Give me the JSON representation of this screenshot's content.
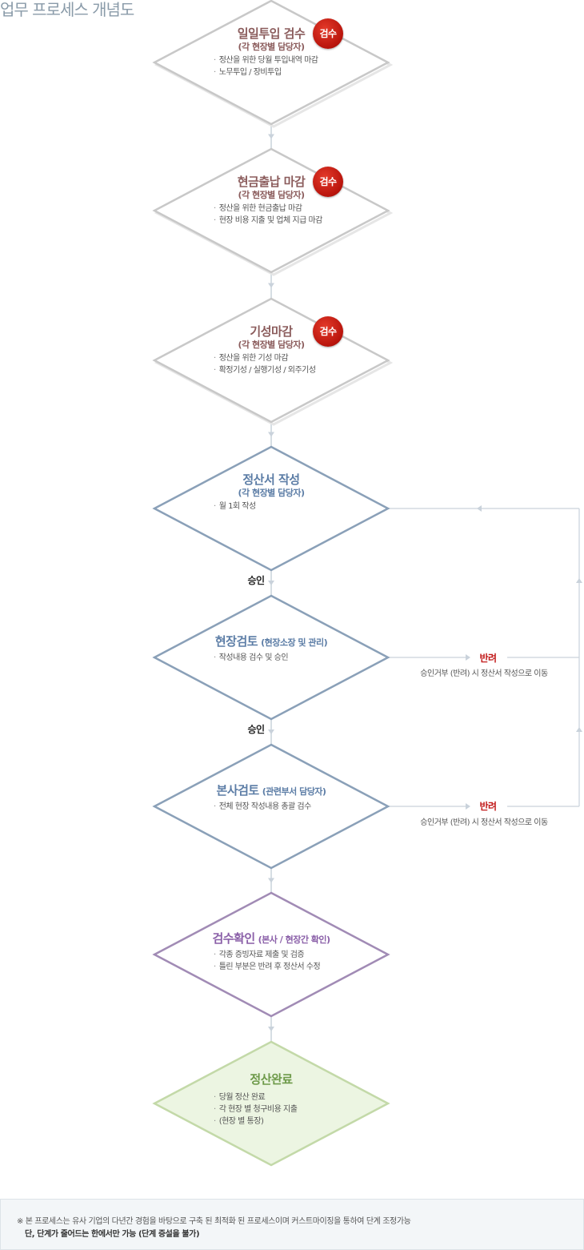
{
  "page_title": "업무 프로세스 개념도",
  "steps": [
    {
      "title": "일일투입 검수",
      "title_sub": "",
      "subtitle": "(각 현장별 담당자)",
      "items": [
        "정산을 위한 당월 투입내역 마감",
        "노무투입 / 장비투입"
      ],
      "badge": "검수",
      "style": "gray"
    },
    {
      "title": "현금출납 마감",
      "title_sub": "",
      "subtitle": "(각 현장별 담당자)",
      "items": [
        "정산을 위한 현금출납 마감",
        "현장 비용 지출 및 업체 지급 마감"
      ],
      "badge": "검수",
      "style": "gray"
    },
    {
      "title": "기성마감",
      "title_sub": "",
      "subtitle": "(각 현장별 담당자)",
      "items": [
        "정산을 위한 기성 마감",
        "확정기성 / 실행기성 / 외주기성"
      ],
      "badge": "검수",
      "style": "gray"
    },
    {
      "title": "정산서 작성",
      "title_sub": "",
      "subtitle": "(각 현장별 담당자)",
      "items": [
        "월 1회 작성"
      ],
      "badge": "",
      "style": "blue"
    },
    {
      "title": "현장검토",
      "title_sub": "(현장소장 및 관리)",
      "subtitle": "",
      "items": [
        "작성내용 검수 및 승인"
      ],
      "badge": "",
      "style": "blue"
    },
    {
      "title": "본사검토",
      "title_sub": "(관련부서 담당자)",
      "subtitle": "",
      "items": [
        "전체 현장 작성내용 총괄 검수"
      ],
      "badge": "",
      "style": "blue"
    },
    {
      "title": "검수확인",
      "title_sub": "(본사 / 현장간 확인)",
      "subtitle": "",
      "items": [
        "각종 증빙자료 제출 및 검증",
        "틀린 부분은 반려 후 정산서 수정"
      ],
      "badge": "",
      "style": "purple"
    },
    {
      "title": "정산완료",
      "title_sub": "",
      "subtitle": "",
      "items": [
        "당월 정산 완료",
        "각 현장 별 청구비용 지출",
        "(현장 별 통장)"
      ],
      "badge": "",
      "style": "green"
    }
  ],
  "approve_label": "승인",
  "reject": {
    "label": "반려",
    "description": "승인거부 (반려) 시 정산서 작성으로 이동"
  },
  "colors": {
    "gray": "#c8c8c8",
    "gray_text": "#8b5c5c",
    "blue": "#8aa0b8",
    "blue_text": "#5c7da6",
    "purple": "#a18bb5",
    "purple_text": "#8a5fa8",
    "green": "#c3d9a8",
    "green_fill": "#ecf5e2",
    "green_text": "#6e9a4a",
    "connector": "#c9d2db",
    "reject": "#c21a1a"
  },
  "footnote": {
    "line1": "※ 본 프로세스는 유사 기업의 다년간 경험을 바탕으로 구축 된 최적화 된 프로세스이며 커스트마이징을 통하여 단계 조정가능",
    "line2": "단, 단계가 줄어드는 한에서만 가능 (단계 증설을 불가)"
  }
}
